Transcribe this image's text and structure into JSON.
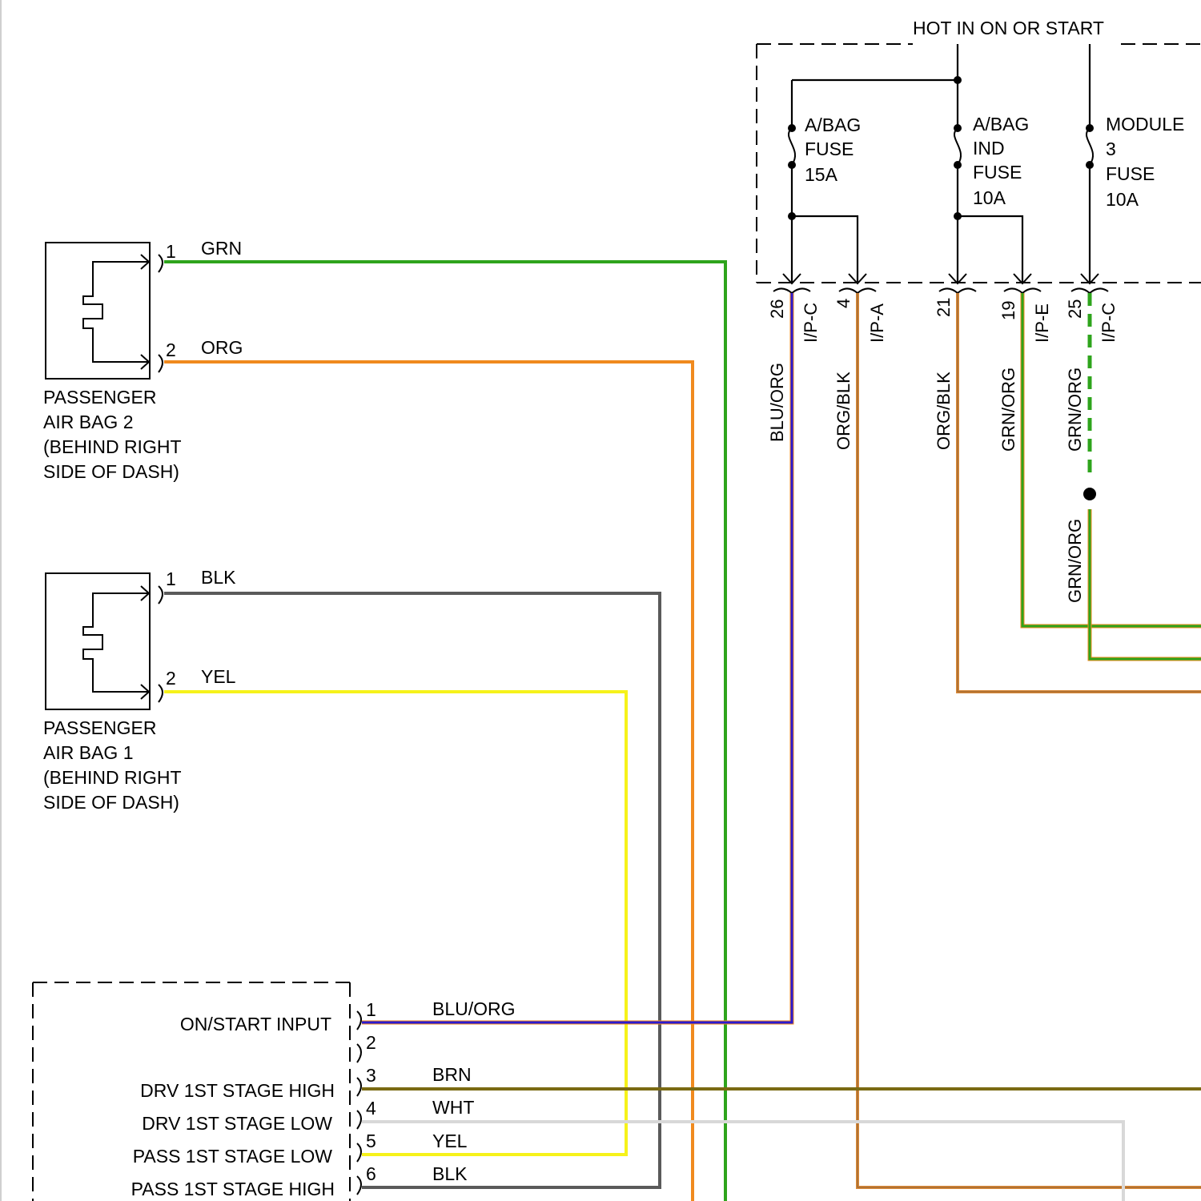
{
  "header": {
    "hot_label": "HOT IN ON OR START"
  },
  "fuses": [
    {
      "lines": [
        "A/BAG",
        "FUSE",
        "15A"
      ]
    },
    {
      "lines": [
        "A/BAG",
        "IND",
        "FUSE",
        "10A"
      ]
    },
    {
      "lines": [
        "MODULE",
        "3",
        "FUSE",
        "10A"
      ]
    }
  ],
  "fuse_outputs": [
    {
      "pin": "26",
      "connector": "I/P-C",
      "wire": "BLU/ORG"
    },
    {
      "pin": "4",
      "connector": "I/P-A",
      "wire": "ORG/BLK"
    },
    {
      "pin": "21",
      "connector": "",
      "wire": "ORG/BLK"
    },
    {
      "pin": "19",
      "connector": "I/P-E",
      "wire": "GRN/ORG"
    },
    {
      "pin": "25",
      "connector": "I/P-C",
      "wire": "GRN/ORG",
      "wire_lower": "GRN/ORG"
    }
  ],
  "airbags": [
    {
      "caption": [
        "PASSENGER",
        "AIR BAG 2",
        "(BEHIND RIGHT",
        "SIDE OF DASH)"
      ],
      "pins": [
        {
          "pin": "1",
          "wire": "GRN"
        },
        {
          "pin": "2",
          "wire": "ORG"
        }
      ]
    },
    {
      "caption": [
        "PASSENGER",
        "AIR BAG 1",
        "(BEHIND RIGHT",
        "SIDE OF DASH)"
      ],
      "pins": [
        {
          "pin": "1",
          "wire": "BLK"
        },
        {
          "pin": "2",
          "wire": "YEL"
        }
      ]
    }
  ],
  "module": {
    "rows": [
      {
        "pin": "1",
        "label": "ON/START INPUT",
        "wire": "BLU/ORG"
      },
      {
        "pin": "2",
        "label": "",
        "wire": ""
      },
      {
        "pin": "3",
        "label": "DRV 1ST STAGE HIGH",
        "wire": "BRN"
      },
      {
        "pin": "4",
        "label": "DRV 1ST STAGE LOW",
        "wire": "WHT"
      },
      {
        "pin": "5",
        "label": "PASS 1ST STAGE LOW",
        "wire": "YEL"
      },
      {
        "pin": "6",
        "label": "PASS 1ST STAGE HIGH",
        "wire": "BLK"
      }
    ]
  },
  "wire_colors": {
    "GRN": "#2ea41c",
    "ORG": "#f08a1e",
    "BLK": "#5a5a5a",
    "YEL": "#f6f21a",
    "BLU": "#2a1ad0",
    "BRN": "#7a6a12",
    "WHT": "#d8d8d8",
    "ORG_BLK": "#d98a3a"
  }
}
